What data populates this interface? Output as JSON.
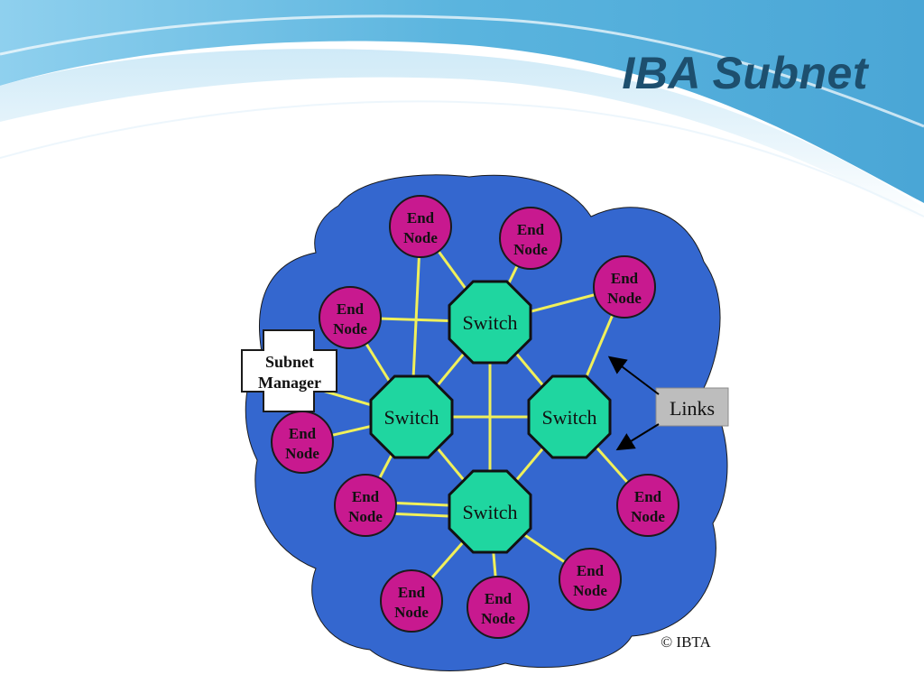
{
  "slide": {
    "title": "IBA Subnet"
  },
  "colors": {
    "cloud": "#3467cf",
    "link": "#f0f05a",
    "switch": "#1fd6a0",
    "end_node": "#c8198f",
    "header_wave": "#5ab4de"
  },
  "diagram": {
    "switch_label": "Switch",
    "end_node_label": [
      "End",
      "Node"
    ],
    "subnet_manager_label": [
      "Subnet",
      "Manager"
    ],
    "links_label": "Links",
    "copyright": "© IBTA"
  }
}
